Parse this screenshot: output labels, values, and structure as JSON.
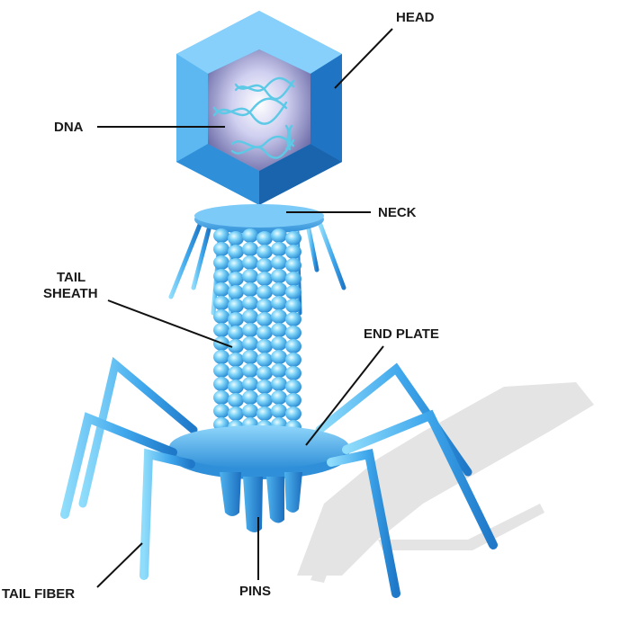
{
  "labels": {
    "head": "HEAD",
    "dna": "DNA",
    "neck": "NECK",
    "tail_sheath_line1": "TAIL",
    "tail_sheath_line2": "SHEATH",
    "end_plate": "END PLATE",
    "tail_fiber": "TAIL FIBER",
    "pins": "PINS"
  },
  "colors": {
    "head_dark": "#1f74c4",
    "head_mid": "#3ea6ee",
    "head_light": "#86d0fb",
    "dna": "#5cc9e6",
    "sheath": "#4fb6ee",
    "shadow": "#e3e3e3",
    "leader": "#111111"
  }
}
